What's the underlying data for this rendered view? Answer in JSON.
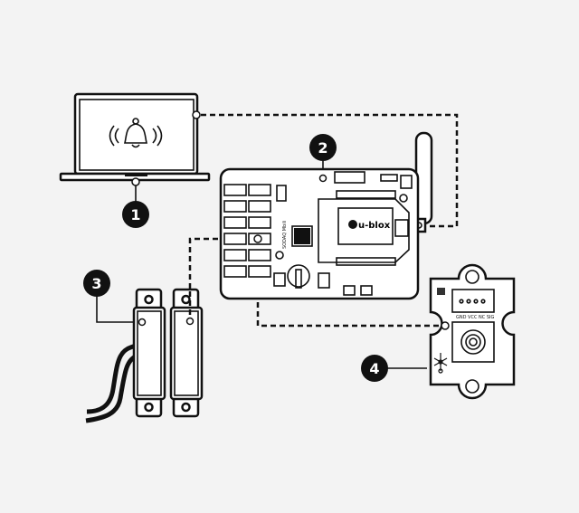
{
  "badges": {
    "laptop": "1",
    "board": "2",
    "reed_switch": "3",
    "sensor": "4"
  },
  "board": {
    "name_text": "SODAQ Mbili",
    "module_text": "u-blox"
  },
  "sensor": {
    "pin_labels": "GND VCC NC SIG"
  },
  "icons": [
    "laptop-icon",
    "bell-icon",
    "board-icon",
    "antenna-icon",
    "reed-switch-icon",
    "sensor-module-icon"
  ],
  "colors": {
    "ink": "#111111",
    "background": "#f3f3f3"
  }
}
